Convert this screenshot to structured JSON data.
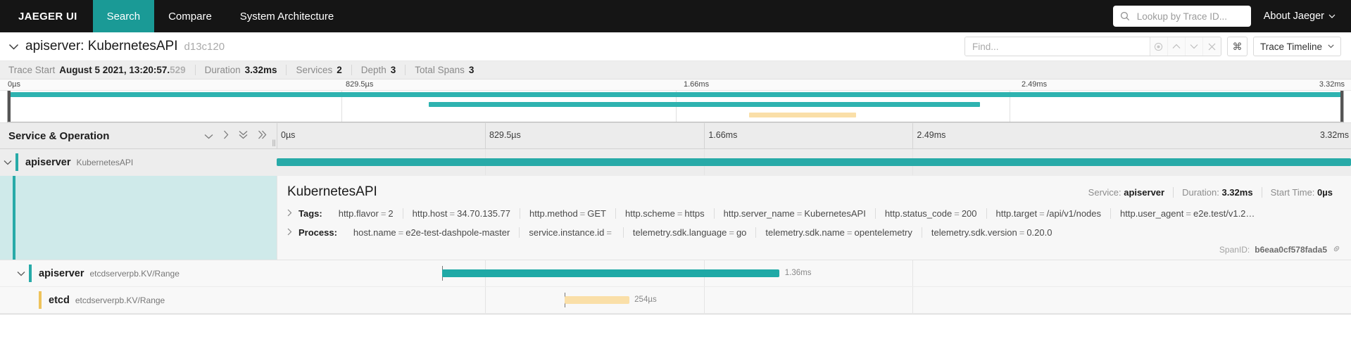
{
  "navbar": {
    "brand": "JAEGER UI",
    "items": [
      {
        "label": "Search",
        "active": true
      },
      {
        "label": "Compare",
        "active": false
      },
      {
        "label": "System Architecture",
        "active": false
      }
    ],
    "lookup_placeholder": "Lookup by Trace ID...",
    "about_label": "About Jaeger"
  },
  "trace_header": {
    "title": "apiserver: KubernetesAPI",
    "trace_id": "d13c120",
    "find_placeholder": "Find...",
    "view_mode": "Trace Timeline"
  },
  "trace_meta": [
    {
      "label": "Trace Start",
      "value": "August 5 2021, 13:20:57.",
      "fraction": "529"
    },
    {
      "label": "Duration",
      "value": "3.32ms"
    },
    {
      "label": "Services",
      "value": "2"
    },
    {
      "label": "Depth",
      "value": "3"
    },
    {
      "label": "Total Spans",
      "value": "3"
    }
  ],
  "minimap": {
    "ticks": [
      "0µs",
      "829.5µs",
      "1.66ms",
      "2.49ms",
      "3.32ms"
    ],
    "bars": [
      {
        "name": "root",
        "left_pct": 0,
        "width_pct": 100,
        "color": "#2eb3b0",
        "row": 0
      },
      {
        "name": "child-apiserver",
        "left_pct": 31.5,
        "width_pct": 41.3,
        "color": "#2eb3b0",
        "row": 1
      },
      {
        "name": "child-etcd",
        "left_pct": 55.5,
        "width_pct": 8.0,
        "color": "#fadfa8",
        "row": 2
      }
    ]
  },
  "timeline_header": {
    "column_title": "Service & Operation",
    "ticks": [
      "0µs",
      "829.5µs",
      "1.66ms",
      "2.49ms",
      "3.32ms"
    ],
    "collapse_icons": [
      "chevron-down",
      "chevron-right",
      "double-chevron-down",
      "double-chevron-right"
    ]
  },
  "spans": [
    {
      "service": "apiserver",
      "operation": "KubernetesAPI",
      "color": "#28aaa8",
      "depth": 0,
      "expanded": true,
      "bar_left_pct": 0,
      "bar_width_pct": 100,
      "bar_label": "",
      "shaded": true
    },
    {
      "service": "apiserver",
      "operation": "etcdserverpb.KV/Range",
      "color": "#28aaa8",
      "depth": 1,
      "expanded": true,
      "bar_left_pct": 15.4,
      "bar_width_pct": 31.4,
      "bar_label": "1.36ms",
      "shaded": false
    },
    {
      "service": "etcd",
      "operation": "etcdserverpb.KV/Range",
      "color": "#eec35c",
      "depth": 2,
      "expanded": false,
      "bar_left_pct": 26.8,
      "bar_width_pct": 6.0,
      "bar_label": "254µs",
      "shaded": false
    }
  ],
  "detail": {
    "title": "KubernetesAPI",
    "service_label": "Service:",
    "service_value": "apiserver",
    "duration_label": "Duration:",
    "duration_value": "3.32ms",
    "start_label": "Start Time:",
    "start_value": "0µs",
    "tags_title": "Tags:",
    "tags": [
      {
        "key": "http.flavor",
        "value": "2"
      },
      {
        "key": "http.host",
        "value": "34.70.135.77"
      },
      {
        "key": "http.method",
        "value": "GET"
      },
      {
        "key": "http.scheme",
        "value": "https"
      },
      {
        "key": "http.server_name",
        "value": "KubernetesAPI"
      },
      {
        "key": "http.status_code",
        "value": "200"
      },
      {
        "key": "http.target",
        "value": "/api/v1/nodes"
      },
      {
        "key": "http.user_agent",
        "value": "e2e.test/v1.2…"
      }
    ],
    "process_title": "Process:",
    "process": [
      {
        "key": "host.name",
        "value": "e2e-test-dashpole-master"
      },
      {
        "key": "service.instance.id",
        "value": ""
      },
      {
        "key": "telemetry.sdk.language",
        "value": "go"
      },
      {
        "key": "telemetry.sdk.name",
        "value": "opentelemetry"
      },
      {
        "key": "telemetry.sdk.version",
        "value": "0.20.0"
      }
    ],
    "span_id_label": "SpanID:",
    "span_id_value": "b6eaa0cf578fada5"
  }
}
